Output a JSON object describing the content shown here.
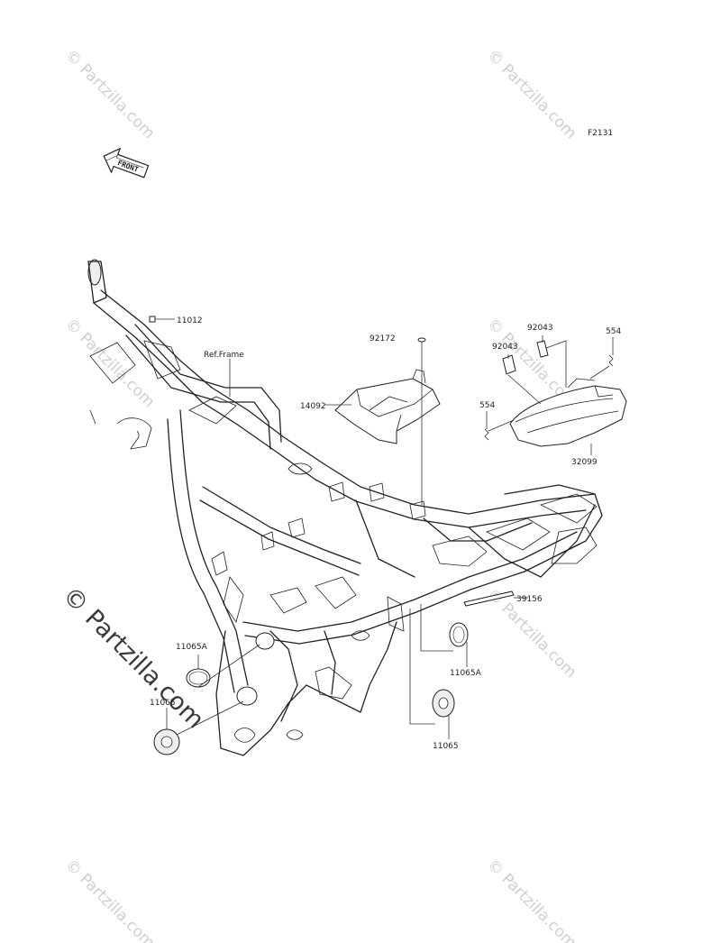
{
  "diagram": {
    "figure_code": "F2131",
    "front_badge": "FRONT",
    "frame_reference": "Ref.Frame",
    "watermark_big": "© Partzilla.com",
    "watermark_small": "© Partzilla.com",
    "callouts": [
      {
        "id": "11012",
        "text": "11012"
      },
      {
        "id": "92172",
        "text": "92172"
      },
      {
        "id": "14092",
        "text": "14092"
      },
      {
        "id": "92043-a",
        "text": "92043"
      },
      {
        "id": "92043-b",
        "text": "92043"
      },
      {
        "id": "554-a",
        "text": "554"
      },
      {
        "id": "554-b",
        "text": "554"
      },
      {
        "id": "32099",
        "text": "32099"
      },
      {
        "id": "39156",
        "text": "39156"
      },
      {
        "id": "11065A-a",
        "text": "11065A"
      },
      {
        "id": "11065A-b",
        "text": "11065A"
      },
      {
        "id": "11065-a",
        "text": "11065"
      },
      {
        "id": "11065-b",
        "text": "11065"
      }
    ]
  }
}
